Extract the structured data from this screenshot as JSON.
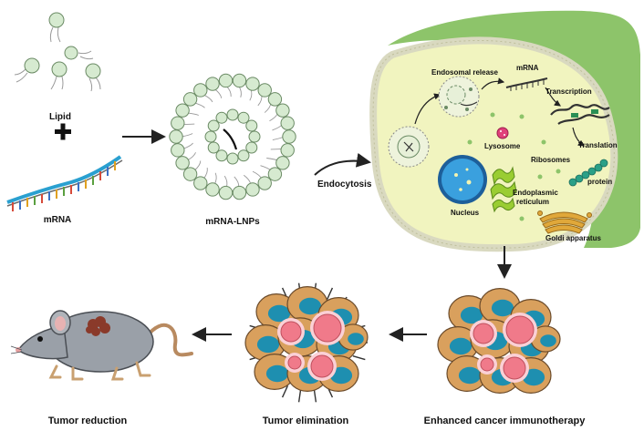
{
  "labels": {
    "lipid": "Lipid",
    "mrna_input": "mRNA",
    "mrna_lnps": "mRNA-LNPs",
    "endocytosis": "Endocytosis",
    "endosomal_release": "Endosomal release",
    "mrna_cell": "mRNA",
    "transcription": "Transcription",
    "lysosome": "Lysosome",
    "ribosomes": "Ribosomes",
    "translation": "Translation",
    "protein": "protein",
    "nucleus": "Nucleus",
    "er_line1": "Endoplasmic",
    "er_line2": "reticulum",
    "golgi": "Goldi apparatus",
    "tumor_reduction": "Tumor reduction",
    "tumor_elimination": "Tumor elimination",
    "enhanced_immunotherapy": "Enhanced cancer immunotherapy"
  },
  "colors": {
    "lipid_fill": "#d6ead0",
    "lipid_stroke": "#6a8a64",
    "cell_fill": "#f1f4bf",
    "membrane_outer": "#8dc46a",
    "nucleus_blue": "#2f8fcf",
    "tumor_tan": "#d9a05d",
    "tumor_teal": "#1e8fb0",
    "tumor_pink": "#f07a8a",
    "mouse_gray": "#9aa0a8",
    "lesion_brown": "#8a3a2a",
    "arrow": "#222222"
  }
}
